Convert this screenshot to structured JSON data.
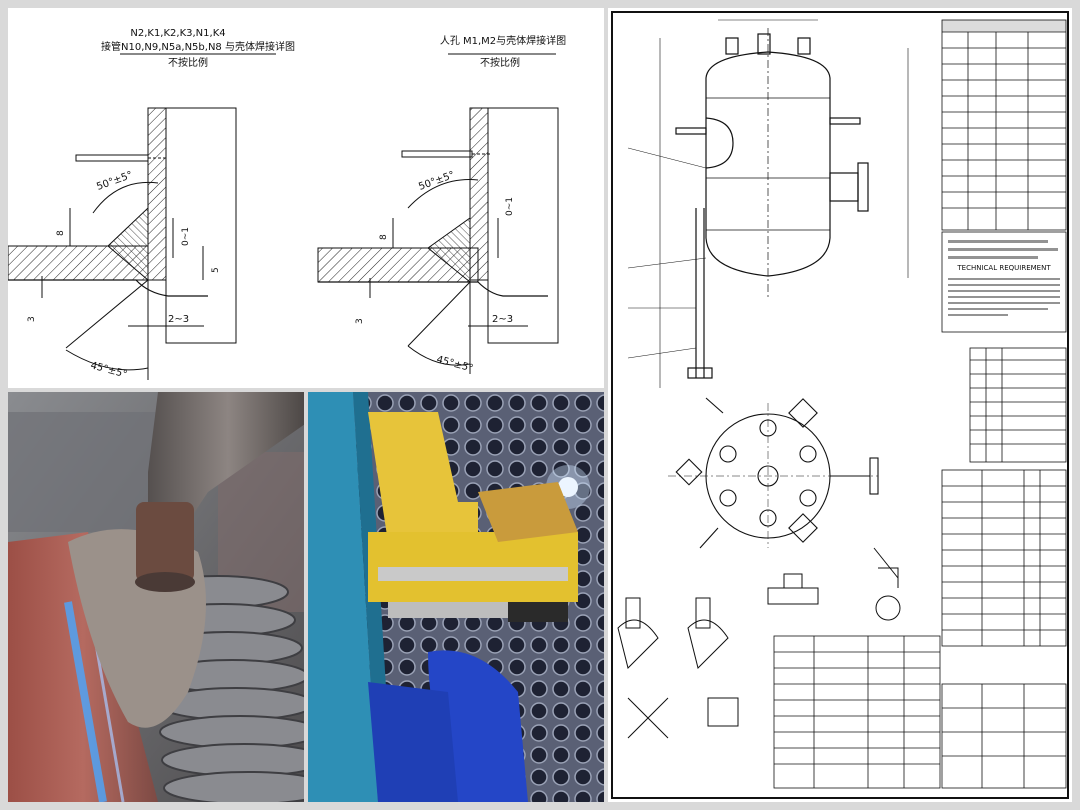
{
  "weld_details": {
    "left": {
      "title_line1": "N2,K1,K2,K3,N1,K4",
      "title_line2": "接管N10,N9,N5a,N5b,N8 与壳体焊接详图",
      "scale_note": "不按比例",
      "angle_top": "50°±5°",
      "angle_bottom": "45°±5°",
      "dim_8": "8",
      "dim_3": "3",
      "dim_5": "5",
      "dim_gap": "0~1",
      "dim_root": "2~3"
    },
    "right": {
      "title_line1": "人孔 M1,M2与壳体焊接详图",
      "scale_note": "不按比例",
      "angle_top": "50°±5°",
      "angle_bottom": "45°±5°",
      "dim_8": "8",
      "dim_3": "3",
      "dim_gap": "0~1",
      "dim_root": "2~3"
    }
  },
  "photos": {
    "left_caption": "",
    "right_caption": ""
  },
  "vessel_drawing": {
    "tech_req_heading": "TECHNICAL REQUIREMENT",
    "colors": {
      "line": "#111111",
      "paper": "#ffffff"
    }
  }
}
